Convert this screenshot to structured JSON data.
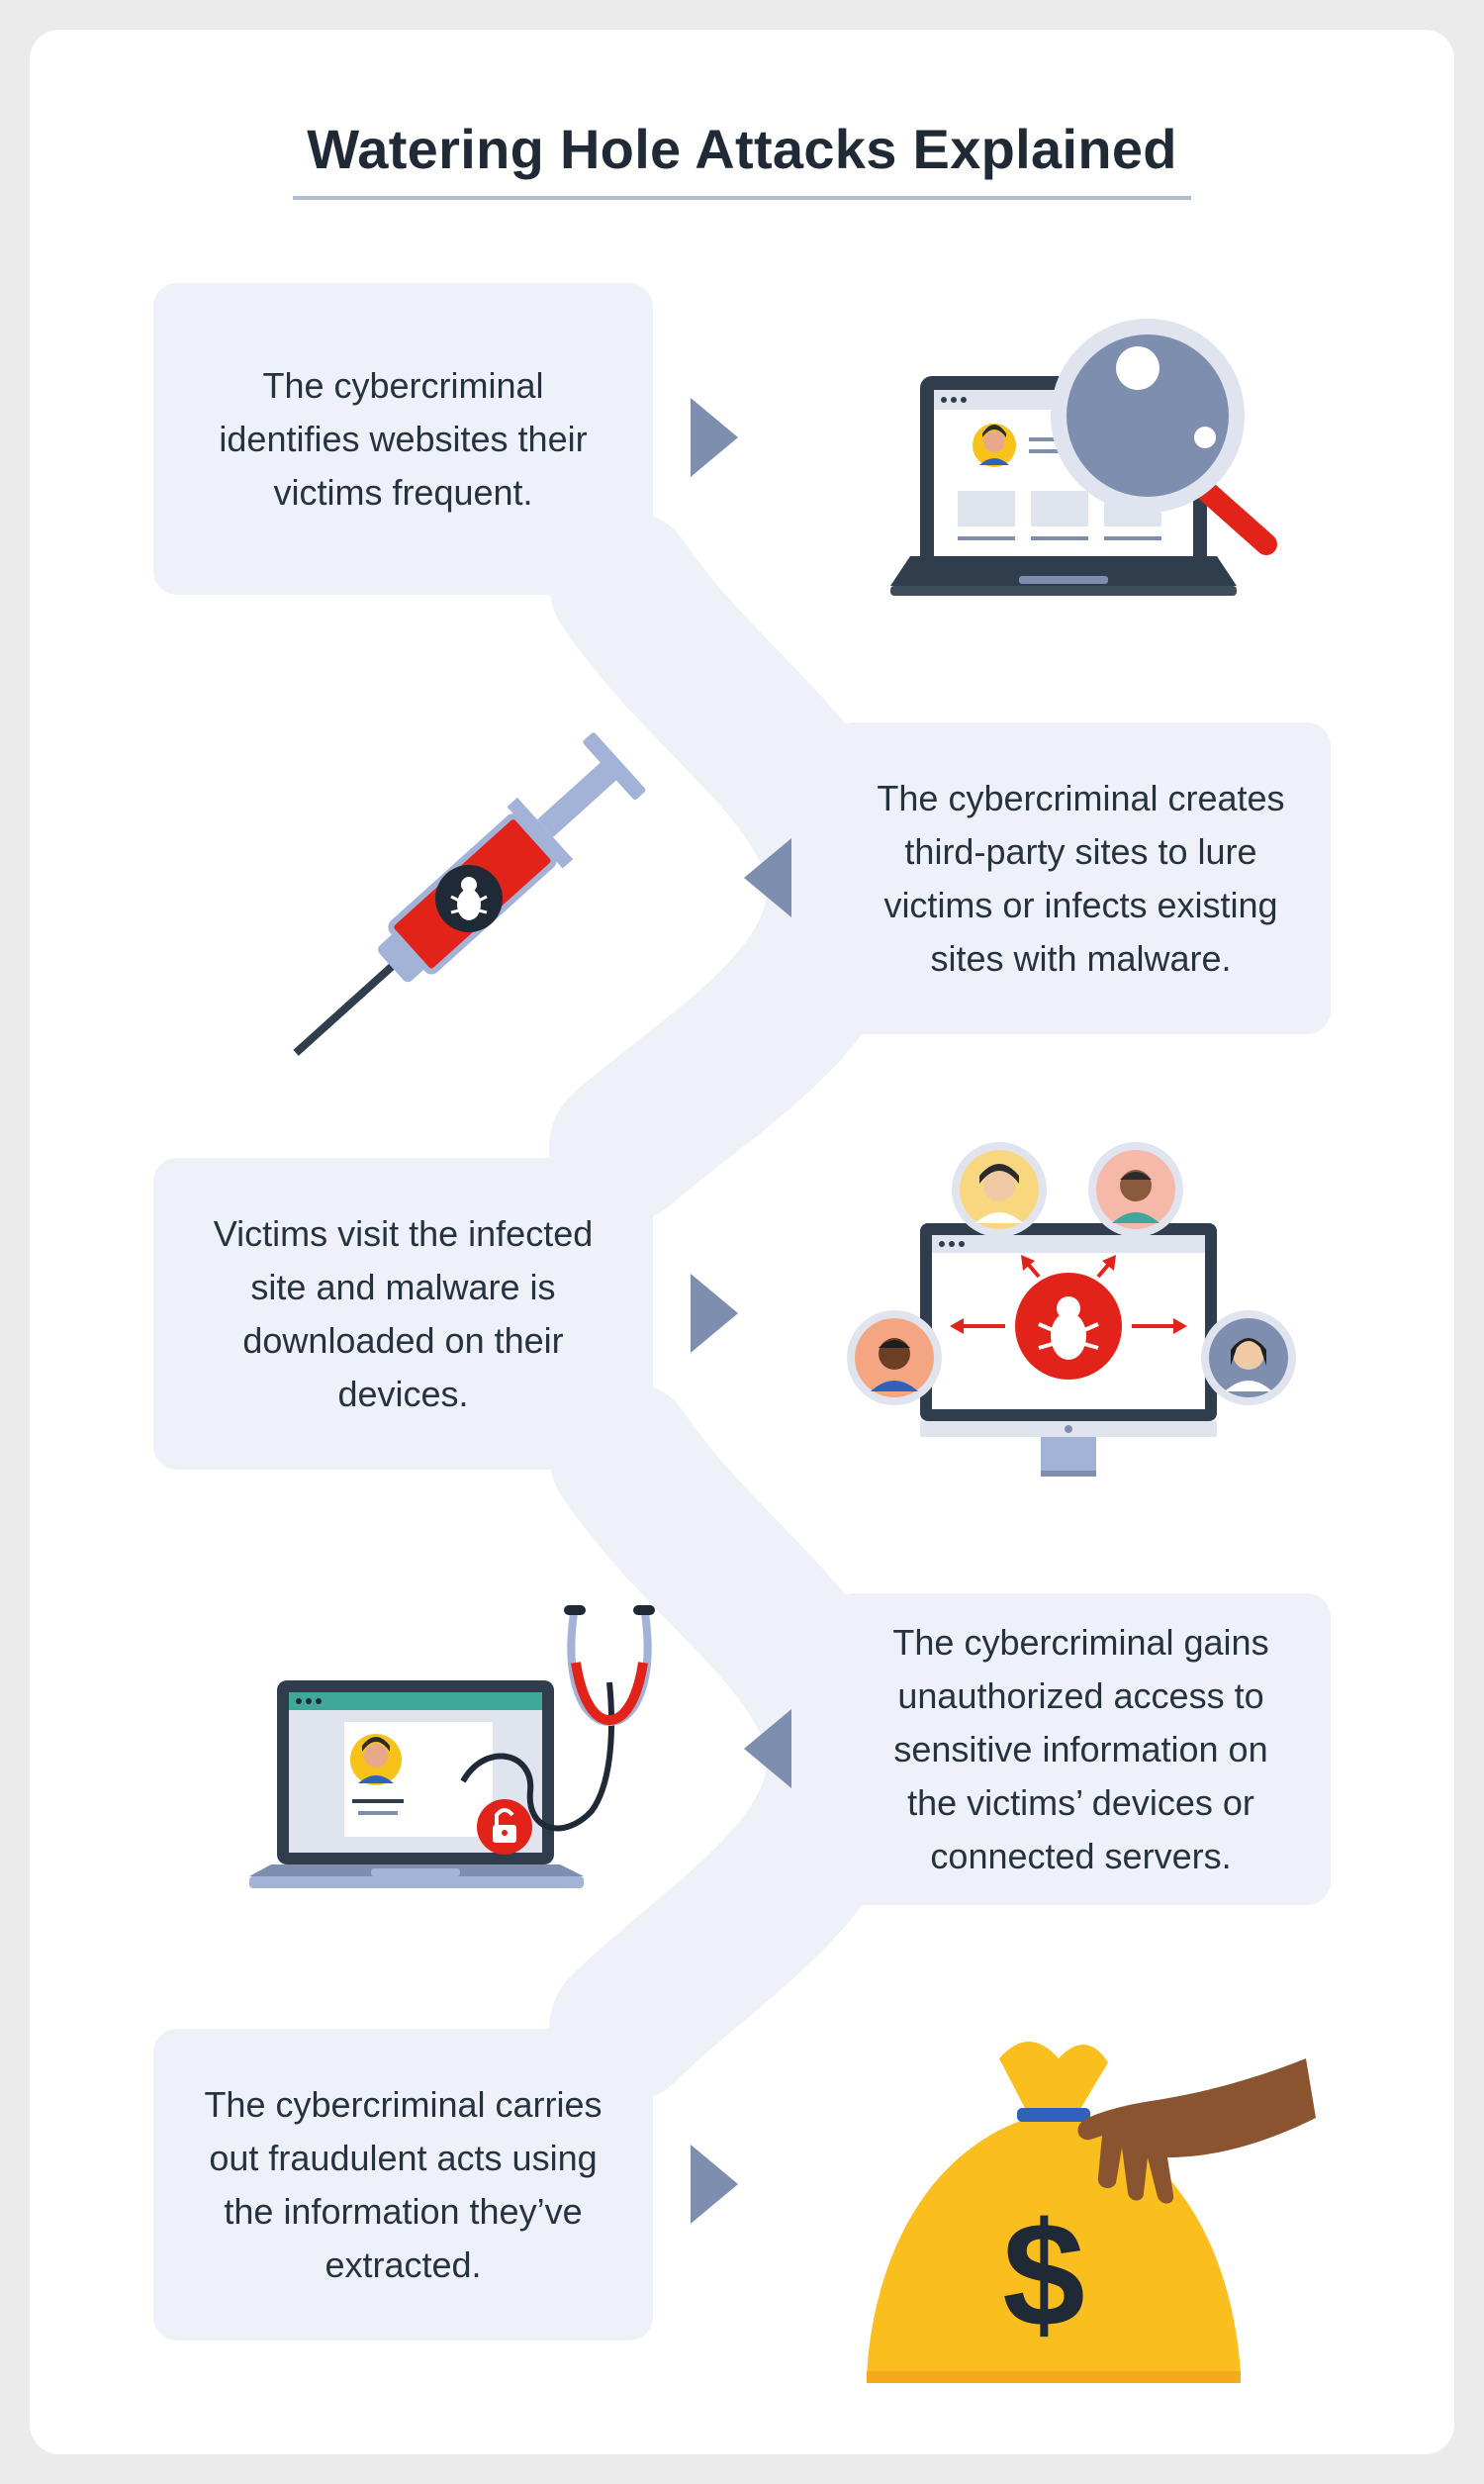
{
  "title": "Watering Hole Attacks Explained",
  "steps": [
    {
      "text": "The cybercriminal identifies websites their victims frequent.",
      "illustration": "laptop-magnifier"
    },
    {
      "text": "The cybercriminal creates third-party sites to lure victims or infects existing sites with malware.",
      "illustration": "malware-syringe"
    },
    {
      "text": "Victims visit the infected site and malware is downloaded on their devices.",
      "illustration": "infected-monitor-victims"
    },
    {
      "text": "The cybercriminal gains unauthorized access to sensitive information on the victims’ devices or connected servers.",
      "illustration": "laptop-stethoscope-unlocked"
    },
    {
      "text": "The cybercriminal carries out fraudulent acts using the information they’ve extracted.",
      "illustration": "hand-money-bag"
    }
  ],
  "colors": {
    "step_box": "#eef1f8",
    "arrow": "#7e8eae",
    "accent_red": "#e2231a",
    "title_text": "#1f2a36"
  }
}
